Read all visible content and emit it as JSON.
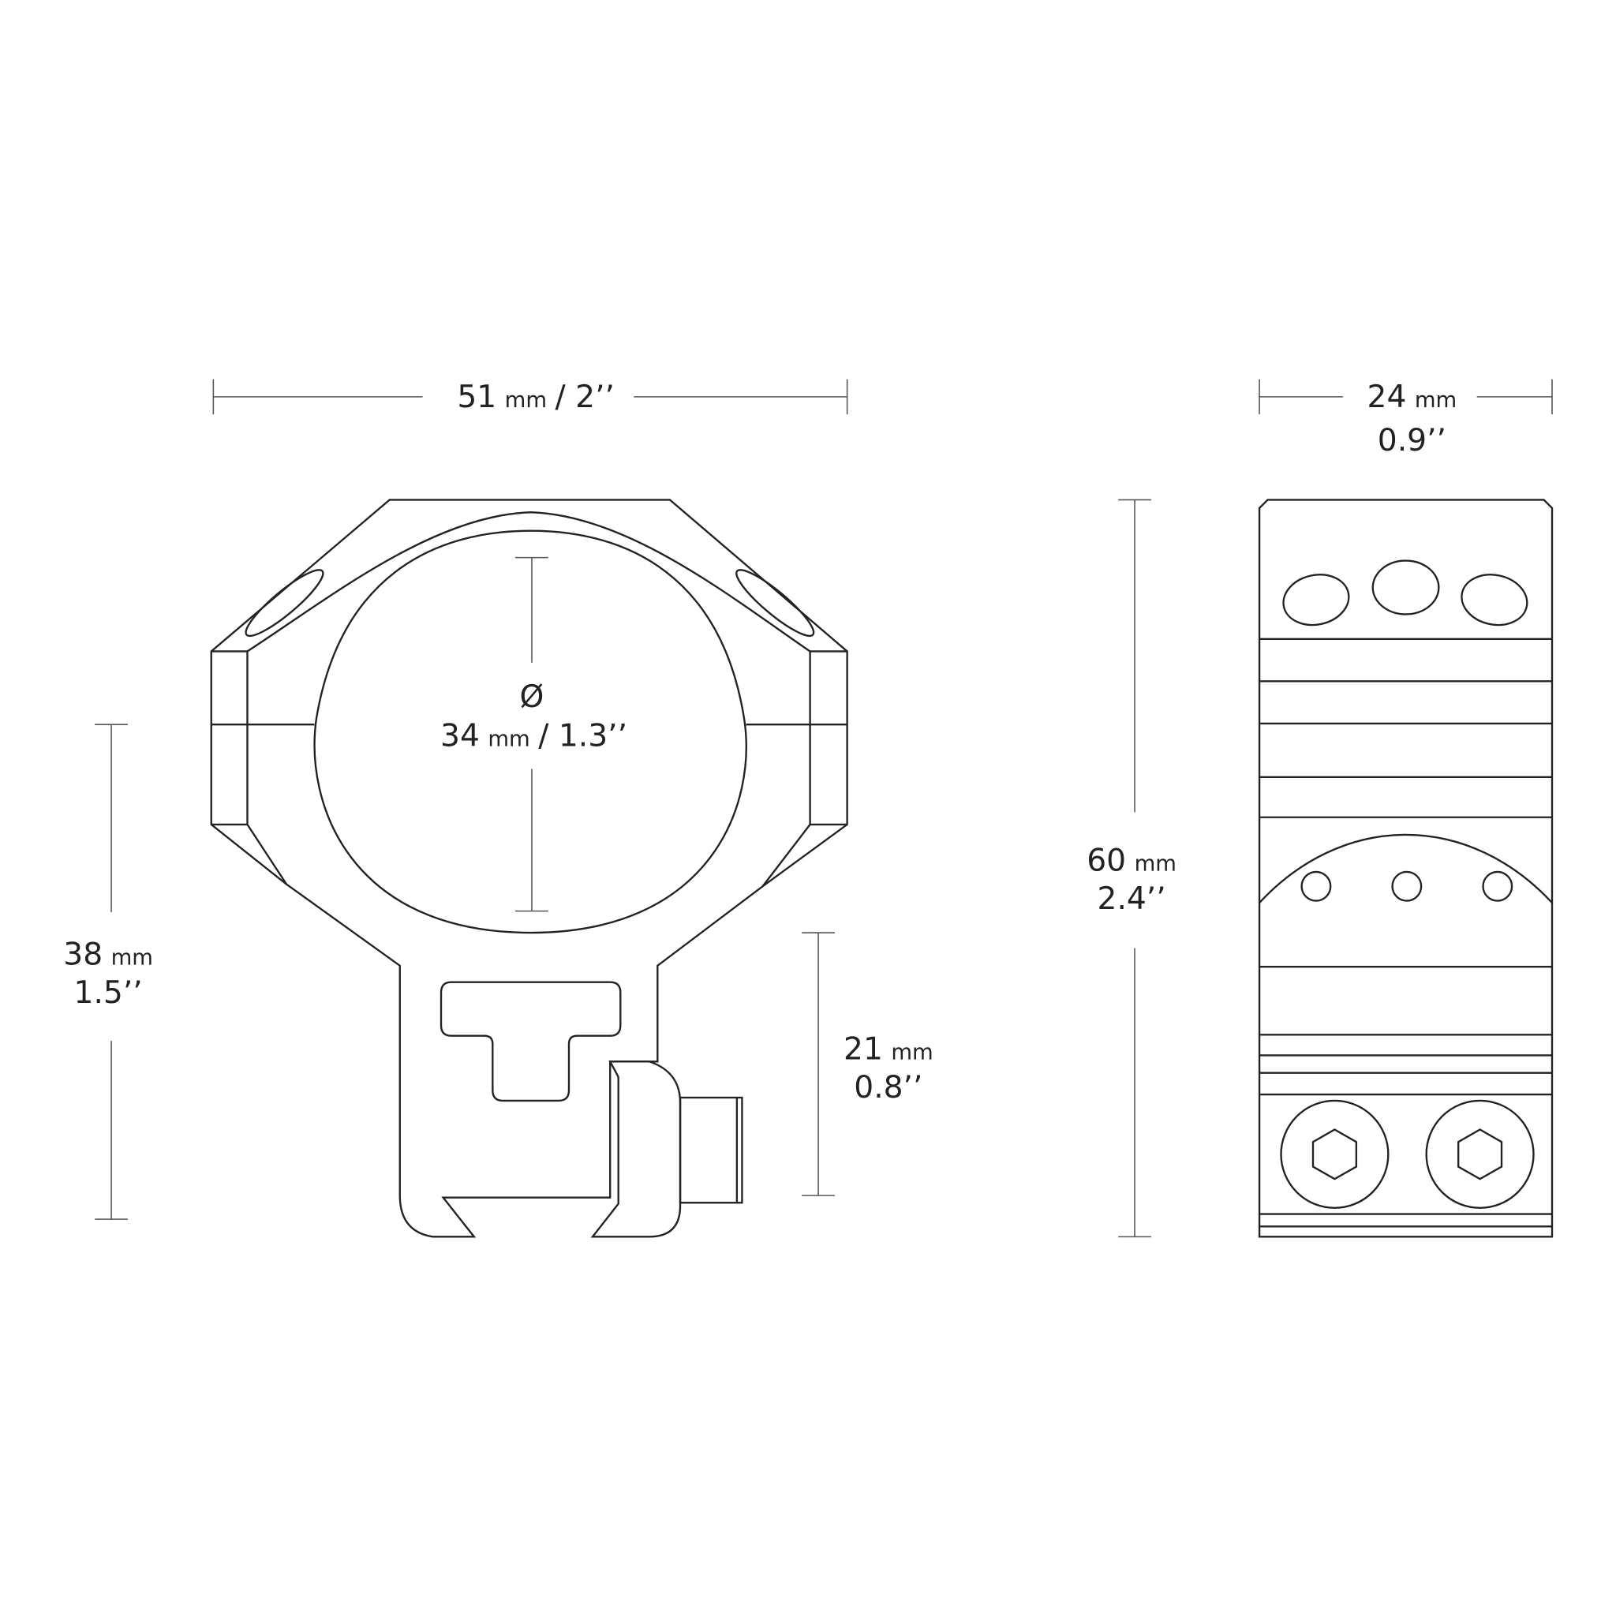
{
  "dimensions": {
    "width_front": {
      "value": "51",
      "unit": "mm",
      "imperial": "/ 2’’"
    },
    "width_side": {
      "value": "24",
      "unit": "mm",
      "imperial": "0.9’’"
    },
    "diameter": {
      "symbol": "Ø",
      "value": "34",
      "unit": "mm",
      "imperial": "/ 1.3’’"
    },
    "height_total": {
      "value": "60",
      "unit": "mm",
      "imperial": "2.4’’"
    },
    "height_center": {
      "value": "38",
      "unit": "mm",
      "imperial": "1.5’’"
    },
    "height_base": {
      "value": "21",
      "unit": "mm",
      "imperial": "0.8’’"
    }
  },
  "colors": {
    "line": "#222222",
    "background": "#ffffff"
  }
}
